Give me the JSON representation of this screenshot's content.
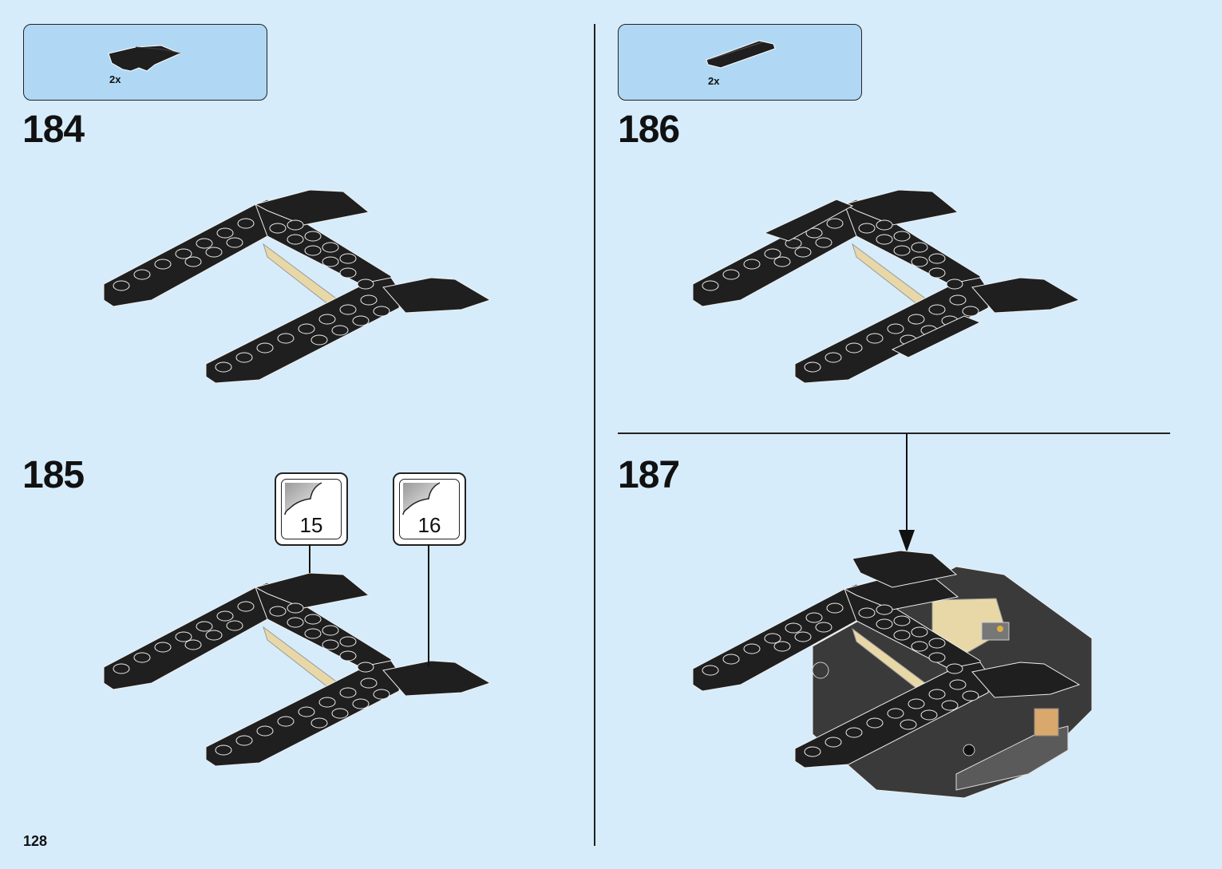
{
  "page": {
    "number": "128"
  },
  "steps": [
    {
      "number": "184",
      "parts": [
        {
          "qty": "2x",
          "part": "black-curved-slope-plate"
        }
      ]
    },
    {
      "number": "185",
      "stickers": [
        {
          "label": "15"
        },
        {
          "label": "16"
        }
      ]
    },
    {
      "number": "186",
      "parts": [
        {
          "qty": "2x",
          "part": "black-tile-1x6"
        }
      ]
    },
    {
      "number": "187"
    }
  ],
  "colors": {
    "background": "#d6ecfb",
    "parts_box": "#b0d8f4",
    "brick_black": "#1f1f1f",
    "brick_tan": "#e8d8a8",
    "brick_gray": "#5a5a5a"
  }
}
